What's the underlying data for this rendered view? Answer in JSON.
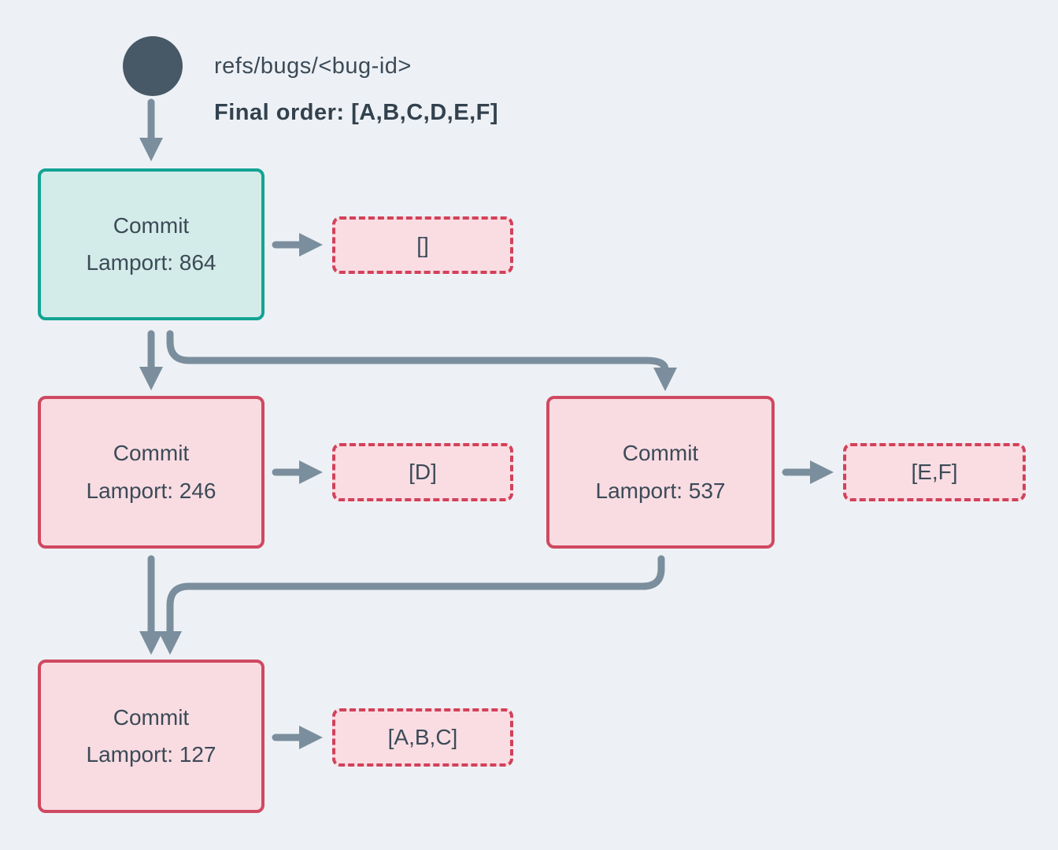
{
  "header": {
    "ref": "refs/bugs/<bug-id>",
    "final_order": "Final order: [A,B,C,D,E,F]"
  },
  "nodes": [
    {
      "title": "Commit",
      "subtitle": "Lamport: 864",
      "variant": "teal"
    },
    {
      "title": "Commit",
      "subtitle": "Lamport: 246",
      "variant": "pink"
    },
    {
      "title": "Commit",
      "subtitle": "Lamport: 537",
      "variant": "pink"
    },
    {
      "title": "Commit",
      "subtitle": "Lamport: 127",
      "variant": "pink"
    }
  ],
  "payloads": [
    {
      "label": "[]"
    },
    {
      "label": "[D]"
    },
    {
      "label": "[E,F]"
    },
    {
      "label": "[A,B,C]"
    }
  ],
  "colors": {
    "background": "#edf1f5",
    "text": "#3c4a57",
    "arrow": "#7b8e9d",
    "teal_border": "#14a394",
    "teal_fill": "#d3ece9",
    "red_border": "#cf4960",
    "red_dashed_border": "#d2415a",
    "pink_fill": "#f8dce2",
    "ref_circle": "#475866"
  }
}
